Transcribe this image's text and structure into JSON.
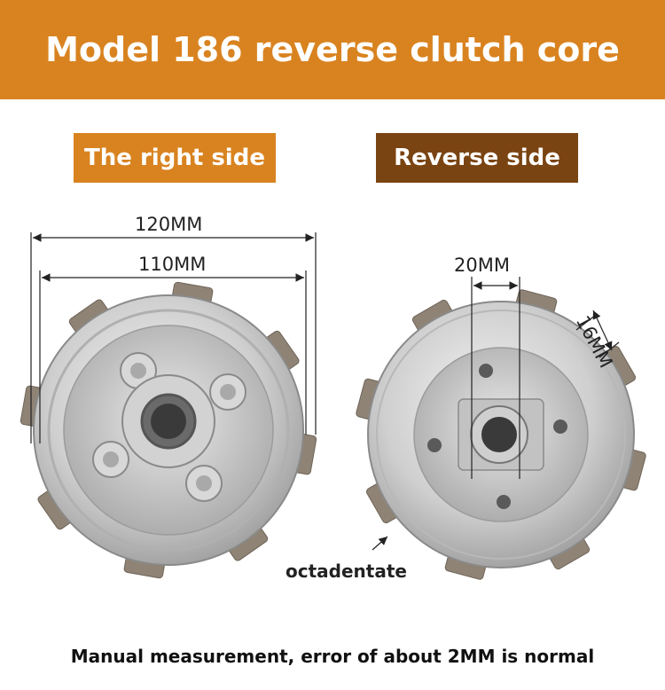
{
  "header": {
    "title": "Model 186 reverse clutch core"
  },
  "tags": {
    "right_side": "The right side",
    "reverse_side": "Reverse side"
  },
  "dimensions": {
    "outer_diameter": "120MM",
    "inner_diameter": "110MM",
    "spline_bore": "20MM",
    "tooth_width": "16MM"
  },
  "annotations": {
    "teeth": "octadentate"
  },
  "footer": {
    "note": "Manual measurement, error of about 2MM is normal"
  },
  "colors": {
    "banner": "#d98320",
    "tag_dark": "#7a4412",
    "metal": "#c9c9c9",
    "friction_pad": "#8f8375"
  }
}
